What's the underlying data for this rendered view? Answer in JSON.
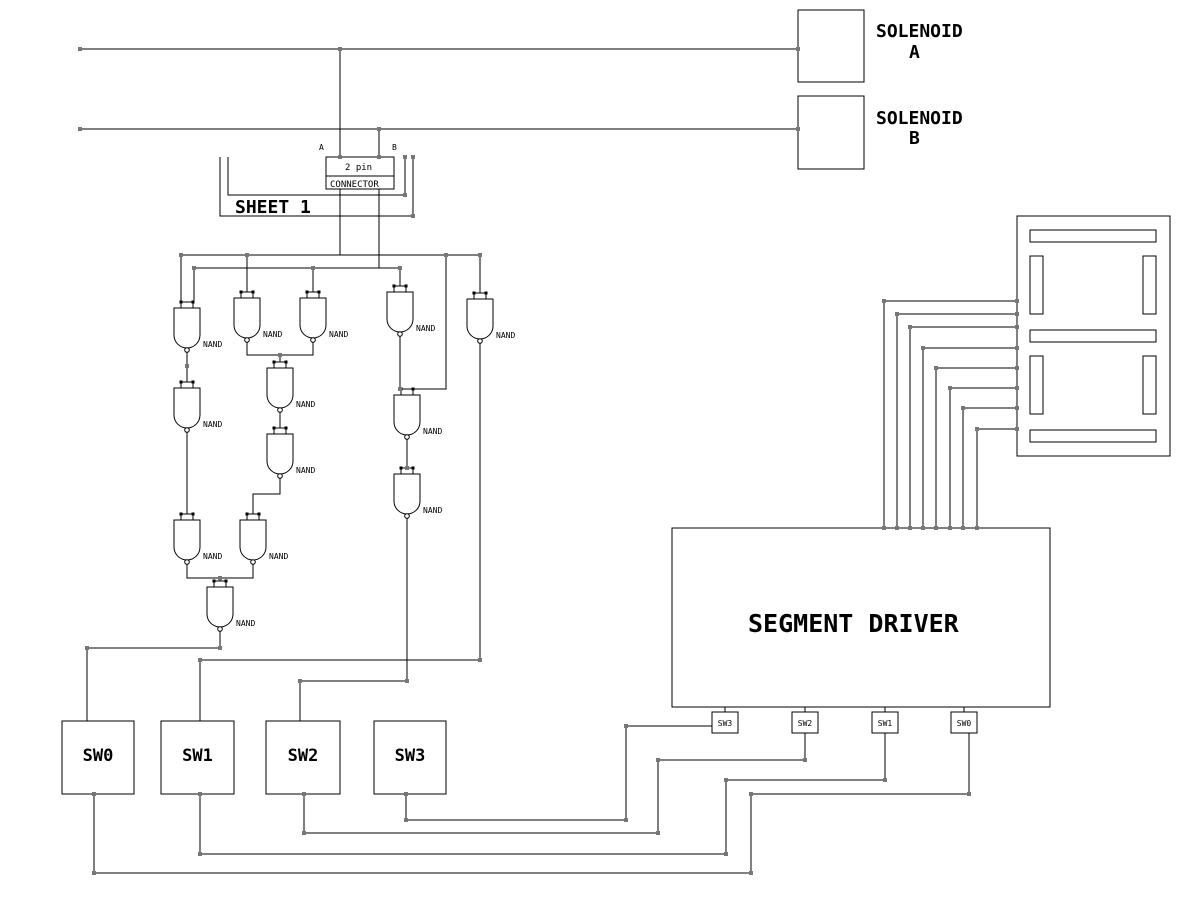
{
  "solenoids": [
    {
      "line1": "SOLENOID",
      "line2": "A"
    },
    {
      "line1": "SOLENOID",
      "line2": "B"
    }
  ],
  "connector": {
    "line1": "2 pin",
    "line2": "CONNECTOR",
    "pin_a": "A",
    "pin_b": "B"
  },
  "sheet_label": "SHEET 1",
  "gate_label": "NAND",
  "driver": {
    "title": "SEGMENT DRIVER",
    "inputs": [
      "SW3",
      "SW2",
      "SW1",
      "SW0"
    ]
  },
  "switches": [
    "SW0",
    "SW1",
    "SW2",
    "SW3"
  ]
}
